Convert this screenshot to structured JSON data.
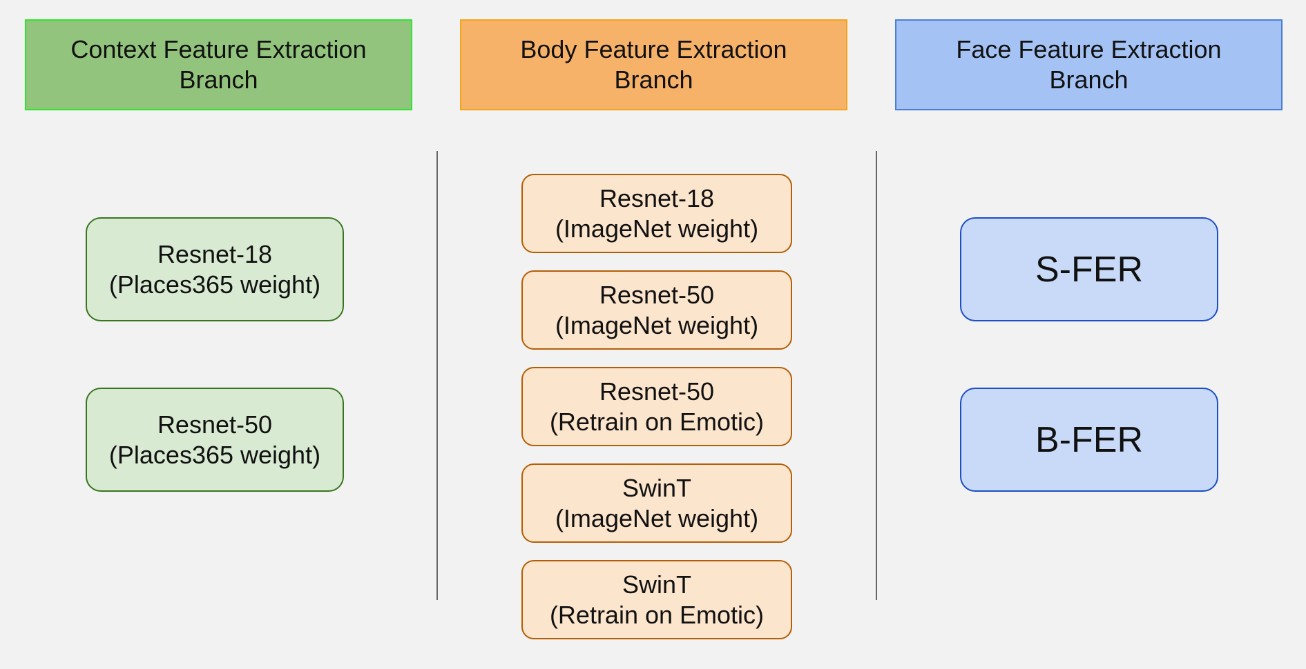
{
  "branches": {
    "context": {
      "title_line1": "Context Feature Extraction",
      "title_line2": "Branch",
      "color": "#93c47d",
      "models": [
        {
          "line1": "Resnet-18",
          "line2": "(Places365 weight)"
        },
        {
          "line1": "Resnet-50",
          "line2": "(Places365 weight)"
        }
      ]
    },
    "body": {
      "title_line1": "Body Feature Extraction",
      "title_line2": "Branch",
      "color": "#f7b26a",
      "models": [
        {
          "line1": "Resnet-18",
          "line2": "(ImageNet weight)"
        },
        {
          "line1": "Resnet-50",
          "line2": "(ImageNet weight)"
        },
        {
          "line1": "Resnet-50",
          "line2": "(Retrain on Emotic)"
        },
        {
          "line1": "SwinT",
          "line2": "(ImageNet weight)"
        },
        {
          "line1": "SwinT",
          "line2": "(Retrain on Emotic)"
        }
      ]
    },
    "face": {
      "title_line1": "Face Feature Extraction",
      "title_line2": "Branch",
      "color": "#a4c2f4",
      "models": [
        {
          "line1": "S-FER"
        },
        {
          "line1": "B-FER"
        }
      ]
    }
  }
}
